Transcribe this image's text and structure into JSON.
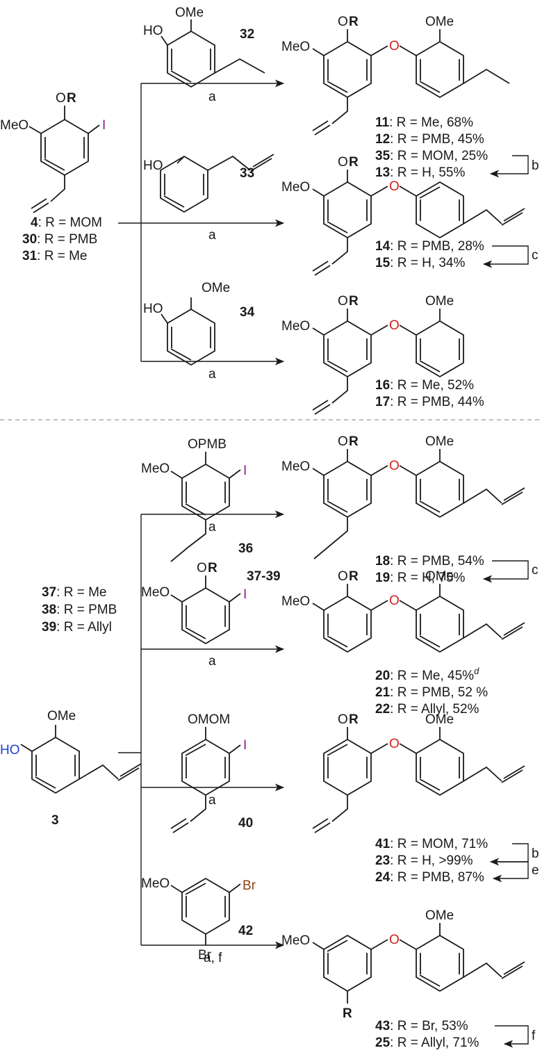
{
  "compounds": {
    "sm_4": {
      "num": "4",
      "label": ": R = MOM"
    },
    "sm_30": {
      "num": "30",
      "label": ": R = PMB"
    },
    "sm_31": {
      "num": "31",
      "label": ": R = Me"
    },
    "phenol_32": {
      "num": "32",
      "ho": "HO",
      "ome": "OMe"
    },
    "phenol_33": {
      "num": "33",
      "ho": "HO"
    },
    "phenol_34": {
      "num": "34",
      "ho": "HO",
      "ome": "OMe"
    },
    "p11": {
      "num": "11",
      "label": ": R = Me, 68%"
    },
    "p12": {
      "num": "12",
      "label": ": R = PMB, 45%"
    },
    "p35": {
      "num": "35",
      "label": ": R = MOM, 25%"
    },
    "p13": {
      "num": "13",
      "label": ": R = H, 55%"
    },
    "p14": {
      "num": "14",
      "label": ": R = PMB, 28%"
    },
    "p15": {
      "num": "15",
      "label": ": R = H, 34%"
    },
    "p16": {
      "num": "16",
      "label": ": R = Me, 52%"
    },
    "p17": {
      "num": "17",
      "label": ": R = PMB, 44%"
    },
    "aryl_36": {
      "num": "36",
      "opmb": "OPMB",
      "meo": "MeO",
      "i": "I"
    },
    "aryl_37_39": {
      "num": "37-39"
    },
    "def_37": {
      "num": "37",
      "label": ": R = Me"
    },
    "def_38": {
      "num": "38",
      "label": ": R = PMB"
    },
    "def_39": {
      "num": "39",
      "label": ": R = Allyl"
    },
    "aryl_40": {
      "num": "40",
      "omom": "OMOM",
      "i": "I"
    },
    "aryl_42": {
      "num": "42",
      "meo": "MeO",
      "br": "Br"
    },
    "sm_3": {
      "num": "3",
      "ho": "HO",
      "ome": "OMe"
    },
    "p18": {
      "num": "18",
      "label": ": R = PMB, 54%"
    },
    "p19": {
      "num": "19",
      "label": ": R = H, 75%"
    },
    "p20": {
      "num": "20",
      "label": ": R = Me, 45%",
      "sup": "d"
    },
    "p21": {
      "num": "21",
      "label": ": R = PMB, 52 %"
    },
    "p22": {
      "num": "22",
      "label": ": R = Allyl, 52%"
    },
    "p41": {
      "num": "41",
      "label": ": R = MOM, 71%"
    },
    "p23": {
      "num": "23",
      "label": ": R = H, >99%"
    },
    "p24": {
      "num": "24",
      "label": ": R = PMB, 87%"
    },
    "p43": {
      "num": "43",
      "label": ": R = Br, 53%"
    },
    "p25": {
      "num": "25",
      "label": ": R = Allyl, 71%"
    }
  },
  "atoms": {
    "O": "O",
    "R": "R",
    "MeO": "MeO",
    "OMe": "OMe",
    "I": "I",
    "Br": "Br"
  },
  "conditions": {
    "a": "a",
    "b": "b",
    "c": "c",
    "e": "e",
    "af": "a, f",
    "f": "f"
  },
  "colors": {
    "iodine": "#8b1a8b",
    "ether_oxygen": "#d42020",
    "phenol_oxygen": "#1f3fd1",
    "bromine": "#8b4513"
  }
}
